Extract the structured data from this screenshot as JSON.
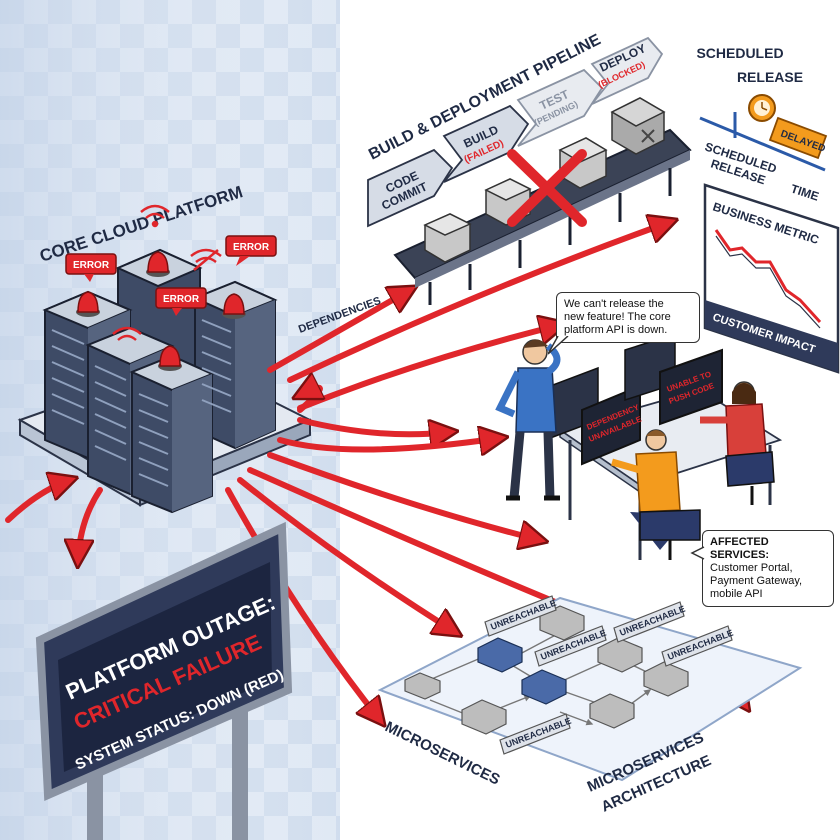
{
  "title": "CORE CLOUD PLATFORM",
  "error_label": "ERROR",
  "dependencies_label": "DEPENDENCIES",
  "pipeline": {
    "title": "BUILD & DEPLOYMENT PIPELINE",
    "stages": [
      {
        "line1": "CODE",
        "line2": "COMMIT",
        "status": ""
      },
      {
        "line1": "BUILD",
        "line2": "",
        "status": "(FAILED)"
      },
      {
        "line1": "TEST",
        "line2": "",
        "status": "(PENDING)"
      },
      {
        "line1": "DEPLOY",
        "line2": "",
        "status": "(BLOCKED)"
      }
    ]
  },
  "schedule": {
    "title_line1": "SCHEDULED",
    "title_line2": "RELEASE",
    "delayed": "DELAYED",
    "axis_label_line1": "SCHEDULED",
    "axis_label_line2": "RELEASE",
    "time": "TIME"
  },
  "metric": {
    "title": "BUSINESS METRIC",
    "footer": "CUSTOMER IMPACT"
  },
  "speech": {
    "lines": [
      "We can't release the",
      "new feature! The core",
      "platform API is down."
    ]
  },
  "screens": {
    "left_line1": "DEPENDENCY",
    "left_line2": "UNAVAILABLE",
    "right_line1": "UNABLE TO",
    "right_line2": "PUSH CODE"
  },
  "affected": {
    "lines": [
      "AFFECTED SERVICES:",
      "Customer Portal,",
      "Payment Gateway,",
      "mobile API"
    ]
  },
  "outage_sign": {
    "line1": "PLATFORM OUTAGE:",
    "line2": "CRITICAL FAILURE",
    "line3": "SYSTEM STATUS: DOWN (RED)"
  },
  "unreachable": "UNREACHABLE",
  "microservices_label": "MICROSERVICES",
  "architecture_line1": "MICROSERVICES",
  "architecture_line2": "ARCHITECTURE"
}
